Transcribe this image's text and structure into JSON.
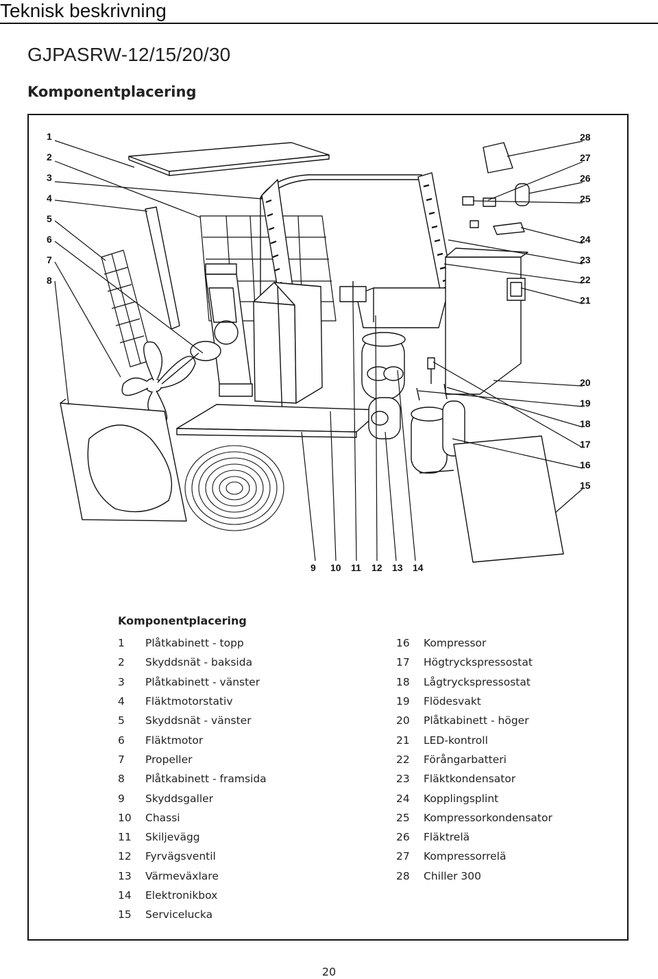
{
  "header": {
    "title": "Teknisk beskrivning"
  },
  "model_title": "GJPASRW-12/15/20/30",
  "section_title": "Komponentplacering",
  "diagram": {
    "callouts_left": [
      "1",
      "2",
      "3",
      "4",
      "5",
      "6",
      "7",
      "8"
    ],
    "callouts_right": [
      "28",
      "27",
      "26",
      "25",
      "24",
      "23",
      "22",
      "21",
      "20",
      "19",
      "18",
      "17",
      "16",
      "15"
    ],
    "callouts_bottom": [
      "9",
      "10",
      "11",
      "12",
      "13",
      "14"
    ]
  },
  "legend": {
    "title": "Komponentplacering",
    "left_items": [
      {
        "num": "1",
        "label": "Plåtkabinett - topp"
      },
      {
        "num": "2",
        "label": "Skyddsnät - baksida"
      },
      {
        "num": "3",
        "label": "Plåtkabinett - vänster"
      },
      {
        "num": "4",
        "label": "Fläktmotorstativ"
      },
      {
        "num": "5",
        "label": "Skyddsnät - vänster"
      },
      {
        "num": "6",
        "label": "Fläktmotor"
      },
      {
        "num": "7",
        "label": "Propeller"
      },
      {
        "num": "8",
        "label": "Plåtkabinett - framsida"
      },
      {
        "num": "9",
        "label": "Skyddsgaller"
      },
      {
        "num": "10",
        "label": "Chassi"
      },
      {
        "num": "11",
        "label": "Skiljevägg"
      },
      {
        "num": "12",
        "label": "Fyrvägsventil"
      },
      {
        "num": "13",
        "label": "Värmeväxlare"
      },
      {
        "num": "14",
        "label": "Elektronikbox"
      },
      {
        "num": "15",
        "label": "Servicelucka"
      }
    ],
    "right_items": [
      {
        "num": "16",
        "label": "Kompressor"
      },
      {
        "num": "17",
        "label": "Högtryckspressostat"
      },
      {
        "num": "18",
        "label": "Lågtryckspressostat"
      },
      {
        "num": "19",
        "label": "Flödesvakt"
      },
      {
        "num": "20",
        "label": "Plåtkabinett - höger"
      },
      {
        "num": "21",
        "label": "LED-kontroll"
      },
      {
        "num": "22",
        "label": "Förångarbatteri"
      },
      {
        "num": "23",
        "label": "Fläktkondensator"
      },
      {
        "num": "24",
        "label": "Kopplingsplint"
      },
      {
        "num": "25",
        "label": "Kompressorkondensator"
      },
      {
        "num": "26",
        "label": "Fläktrelä"
      },
      {
        "num": "27",
        "label": "Kompressorrelä"
      },
      {
        "num": "28",
        "label": "Chiller 300"
      }
    ]
  },
  "page_number": "20"
}
